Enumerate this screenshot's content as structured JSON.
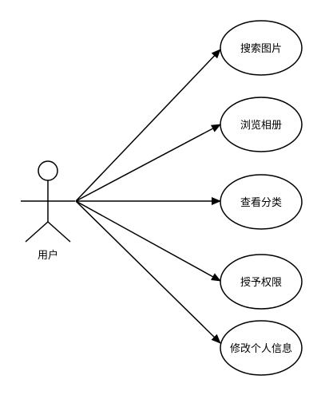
{
  "actor": {
    "name": "用户"
  },
  "use_cases": [
    {
      "label": "搜索图片"
    },
    {
      "label": "浏览相册"
    },
    {
      "label": "查看分类"
    },
    {
      "label": "授予权限"
    },
    {
      "label": "修改个人信息"
    }
  ],
  "colors": {
    "stroke": "#000000",
    "fill": "#ffffff",
    "text": "#000000"
  }
}
